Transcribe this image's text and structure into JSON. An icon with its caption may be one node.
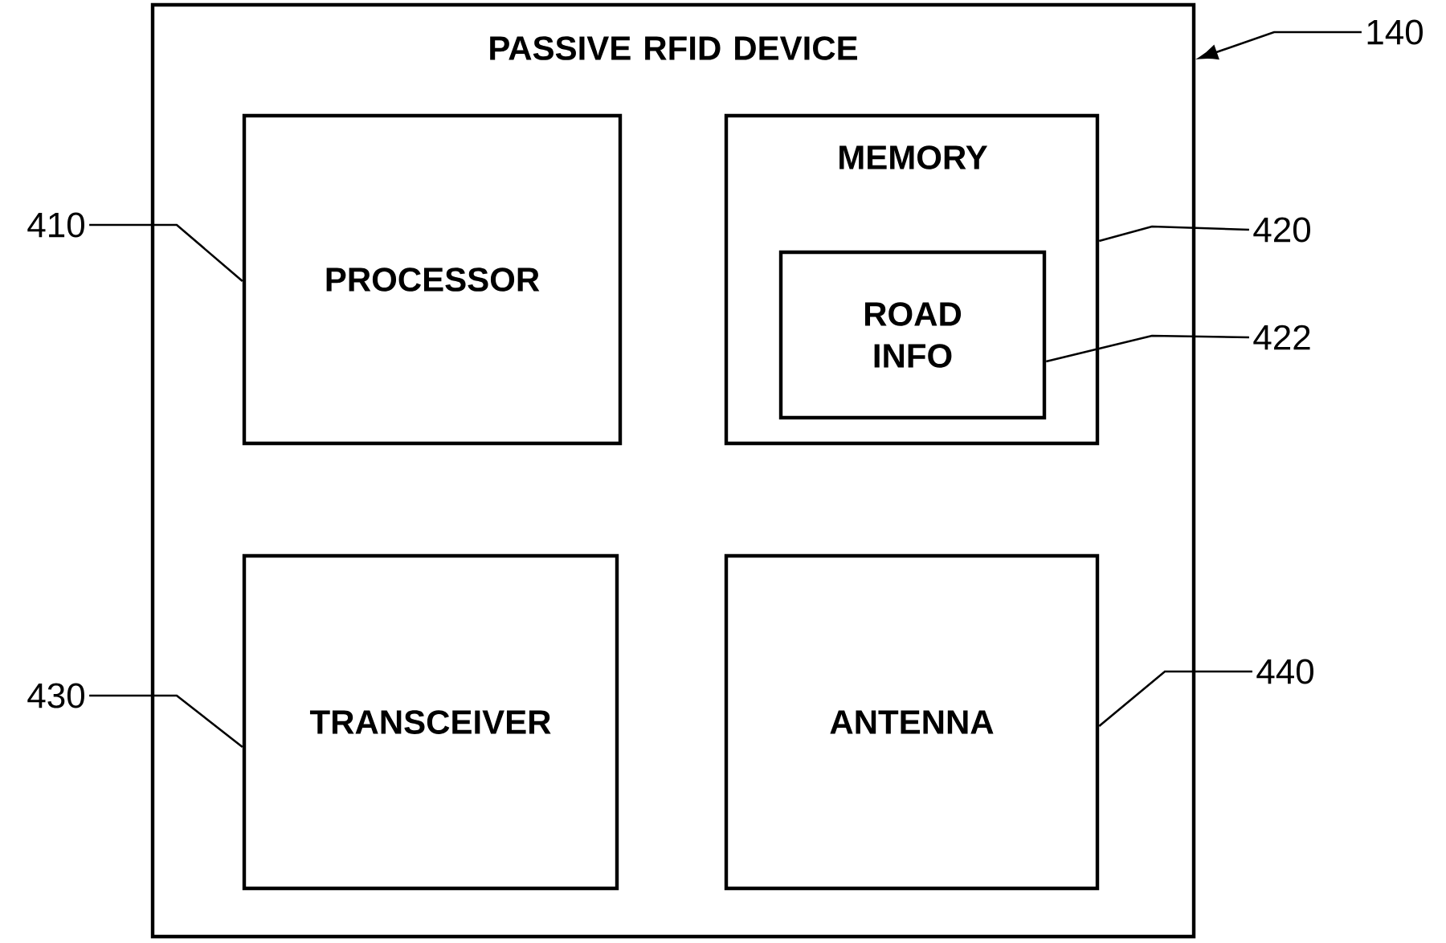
{
  "diagram": {
    "nodes": [
      {
        "text": [
          "PASSIVE RFID DEVICE"
        ]
      },
      {
        "text": [
          "PROCESSOR"
        ],
        "in": 0
      },
      {
        "text": [
          "MEMORY"
        ],
        "in": 0
      },
      {
        "text": [
          "ROAD INFO"
        ],
        "in": 2
      },
      {
        "text": [
          "TRANSCEIVER"
        ],
        "in": 0
      },
      {
        "text": [
          "ANTENNA"
        ],
        "in": 0
      },
      {
        "text": [
          "140"
        ]
      },
      {
        "text": [
          "410"
        ]
      },
      {
        "text": [
          "420"
        ]
      },
      {
        "text": [
          "422"
        ]
      },
      {
        "text": [
          "430"
        ]
      },
      {
        "text": [
          "440"
        ]
      }
    ],
    "edges": [
      {
        "from": 6,
        "to": 0,
        "arrow": "to"
      },
      {
        "from": 7,
        "to": 1,
        "arrow": "none"
      },
      {
        "from": 8,
        "to": 2,
        "arrow": "none"
      },
      {
        "from": 9,
        "to": 3,
        "arrow": "none"
      },
      {
        "from": 10,
        "to": 4,
        "arrow": "none"
      },
      {
        "from": 11,
        "to": 5,
        "arrow": "none"
      }
    ]
  }
}
